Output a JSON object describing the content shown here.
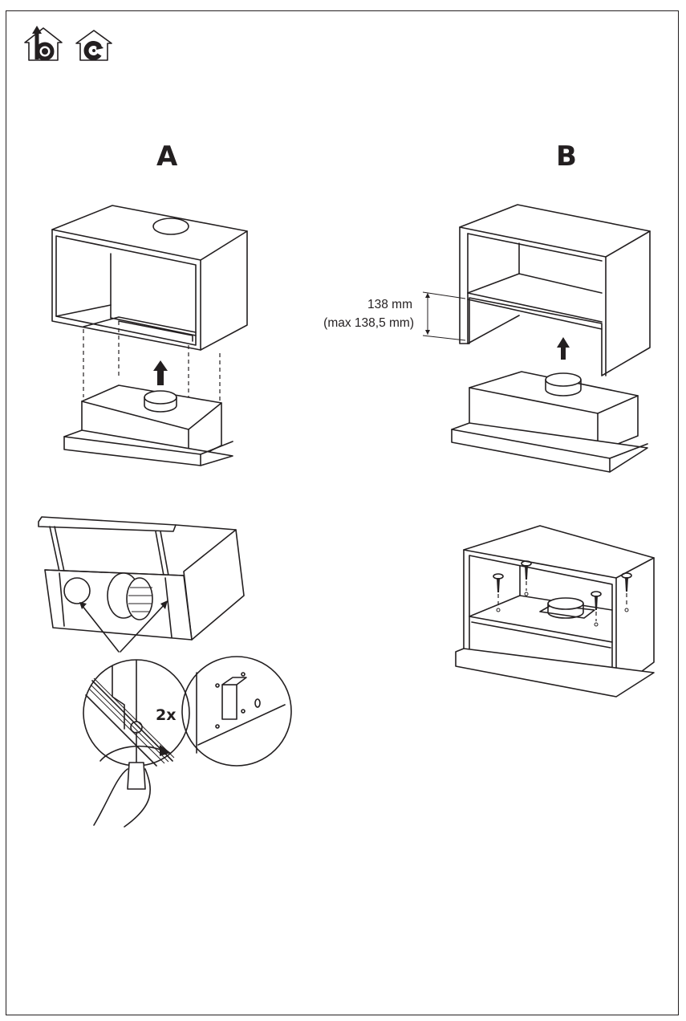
{
  "page": {
    "header_icons": [
      {
        "name": "ducted-extraction-mode-icon",
        "description": "house with fan and upward exhaust arrow"
      },
      {
        "name": "recirculation-mode-icon",
        "description": "house with fan and circular arrow"
      }
    ]
  },
  "sections": [
    {
      "label": "A",
      "figures": [
        {
          "name": "cabinet-with-hood-insertion",
          "description": "Hood pushed up into wall cabinet with duct opening"
        },
        {
          "name": "bracket-screw-detail",
          "description": "Loosen/tighten bracket screws with screwdriver",
          "count_label": "2x"
        }
      ]
    },
    {
      "label": "B",
      "figures": [
        {
          "name": "cabinet-with-shelf-insertion",
          "description": "Hood inserted under cabinet shelf",
          "dimension": {
            "value": "138 mm",
            "max": "(max 138,5 mm)"
          }
        },
        {
          "name": "screw-fixing-diagram",
          "description": "Hood fixed in cabinet with 4 screws"
        }
      ]
    }
  ]
}
